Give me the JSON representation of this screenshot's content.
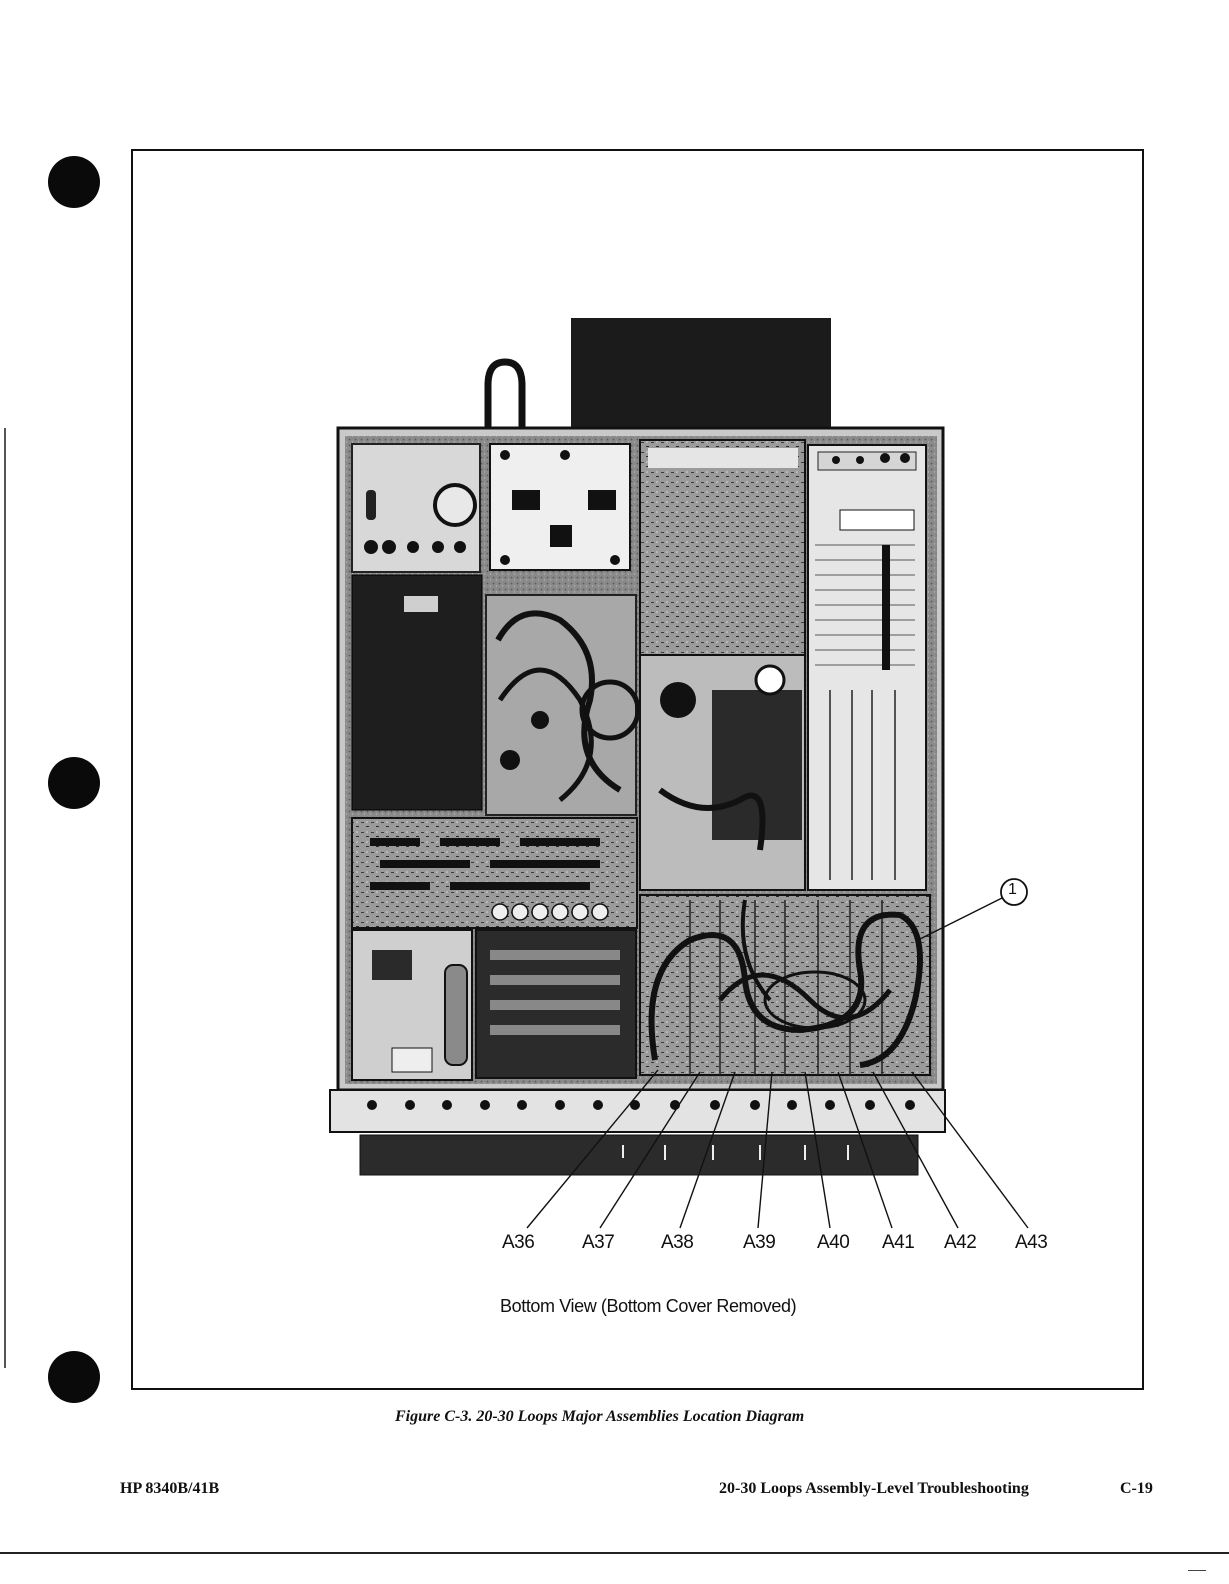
{
  "figure": {
    "view_caption": "Bottom View (Bottom Cover Removed)",
    "callout_circle": "1",
    "callouts": [
      {
        "label": "A36"
      },
      {
        "label": "A37"
      },
      {
        "label": "A38"
      },
      {
        "label": "A39"
      },
      {
        "label": "A40"
      },
      {
        "label": "A41"
      },
      {
        "label": "A42"
      },
      {
        "label": "A43"
      }
    ],
    "caption": "Figure C-3.  20-30 Loops Major Assemblies Location Diagram"
  },
  "footer": {
    "left": "HP 8340B/41B",
    "title": "20-30 Loops Assembly-Level Troubleshooting",
    "page": "C-19"
  },
  "colors": {
    "ink": "#111111",
    "board": "#7a7a7a",
    "dark": "#1a1a1a"
  }
}
